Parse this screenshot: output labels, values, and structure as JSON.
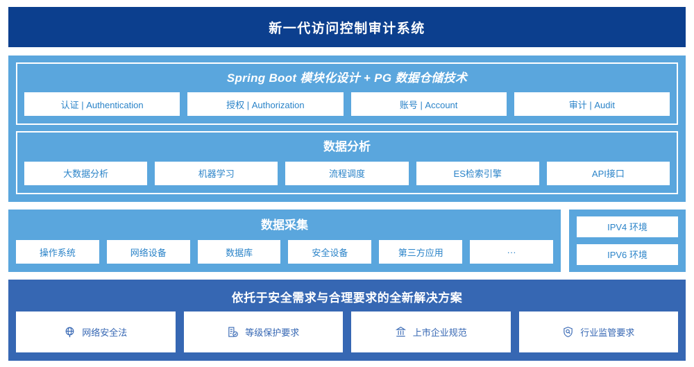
{
  "header": {
    "title": "新一代访问控制审计系统"
  },
  "platform": {
    "core": {
      "title": "Spring Boot 模块化设计 + PG 数据仓储技术",
      "items": [
        "认证 | Authentication",
        "授权 | Authorization",
        "账号 | Account",
        "审计 | Audit"
      ]
    },
    "analysis": {
      "title": "数据分析",
      "items": [
        "大数据分析",
        "机器学习",
        "流程调度",
        "ES检索引擎",
        "API接口"
      ]
    }
  },
  "collection": {
    "title": "数据采集",
    "items": [
      "操作系统",
      "网络设备",
      "数据库",
      "安全设备",
      "第三方应用",
      "···"
    ]
  },
  "environment": {
    "items": [
      "IPV4 环境",
      "IPV6 环境"
    ]
  },
  "compliance": {
    "title": "依托于安全需求与合理要求的全新解决方案",
    "items": [
      {
        "label": "网络安全法",
        "icon": "globe-network-icon"
      },
      {
        "label": "等级保护要求",
        "icon": "document-check-icon"
      },
      {
        "label": "上市企业规范",
        "icon": "bank-building-icon"
      },
      {
        "label": "行业监管要求",
        "icon": "shield-search-icon"
      }
    ]
  },
  "colors": {
    "header_navy": "#0c3f8e",
    "panel_light_blue": "#5aa6dd",
    "footer_blue": "#3667b3",
    "chip_text_blue": "#2a83c8",
    "chip_bg": "#ffffff"
  }
}
